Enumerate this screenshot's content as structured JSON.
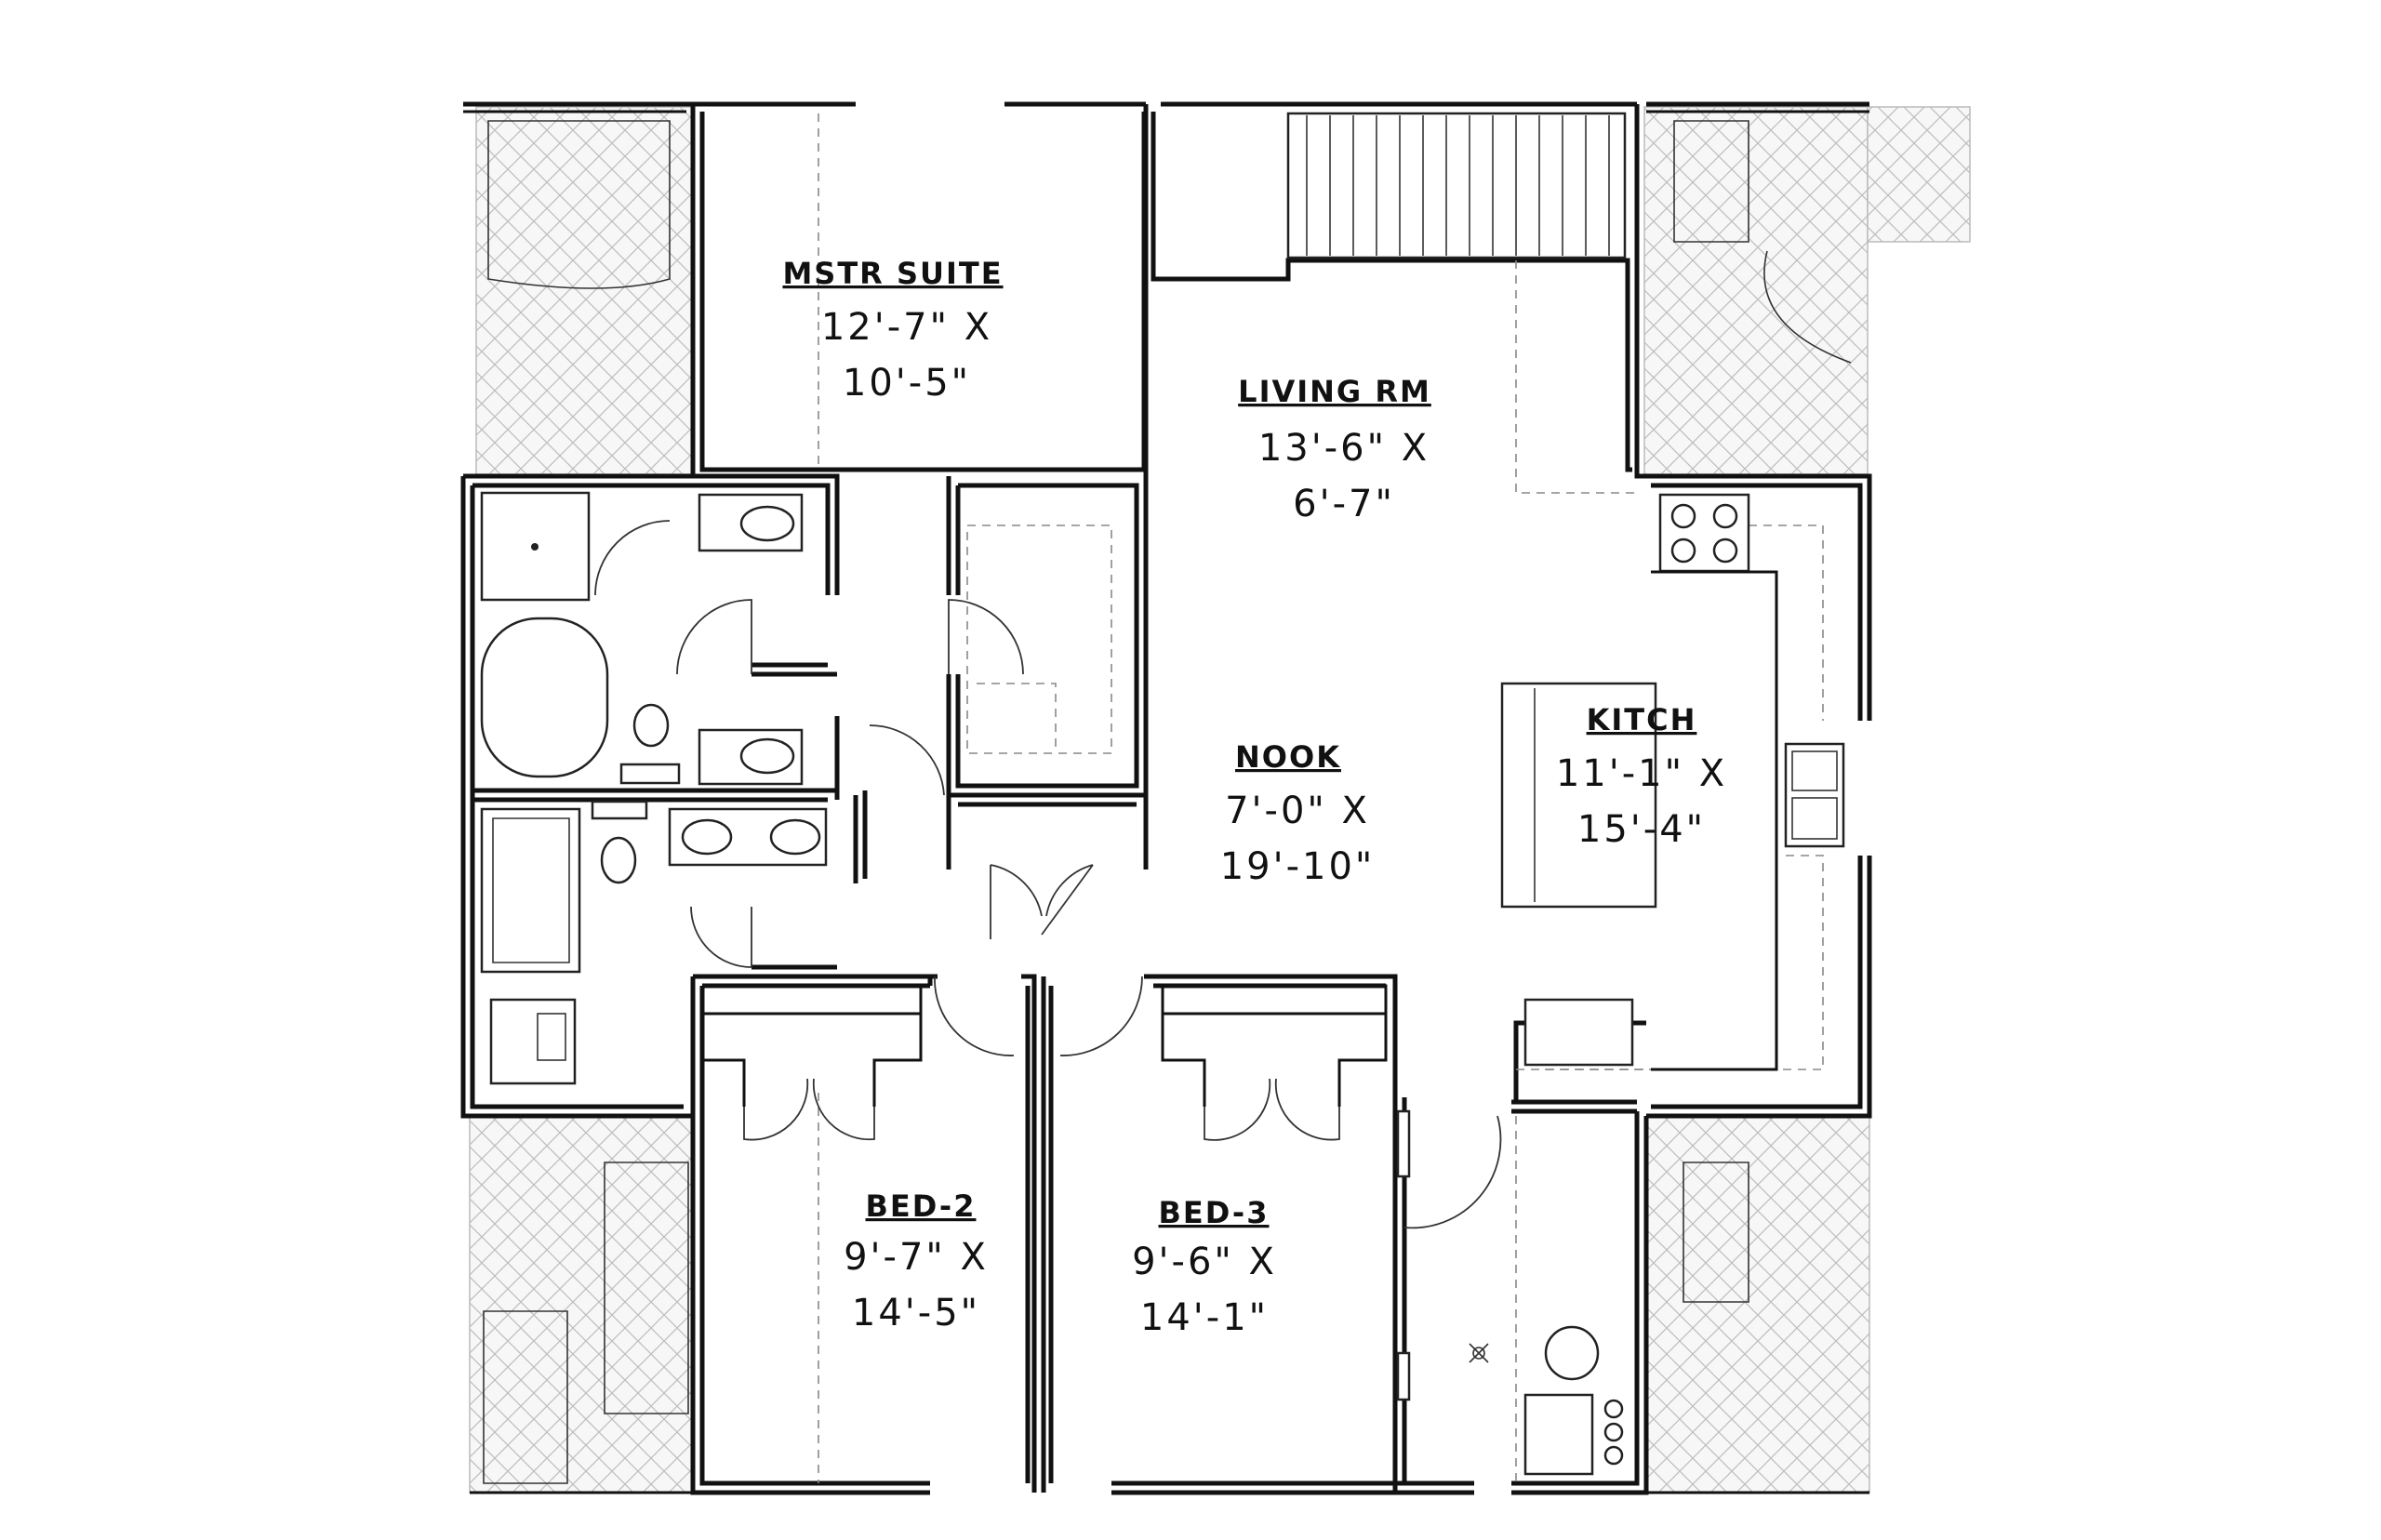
{
  "rooms": {
    "master_suite": {
      "name": "MSTR SUITE",
      "dim1": "12'-7\" X",
      "dim2": "10'-5\""
    },
    "living_room": {
      "name": "LIVING RM",
      "dim1": "13'-6\" X",
      "dim2": "6'-7\""
    },
    "nook": {
      "name": "NOOK",
      "dim1": "7'-0\" X",
      "dim2": "19'-10\""
    },
    "kitchen": {
      "name": "KITCH",
      "dim1": "11'-1\" X",
      "dim2": "15'-4\""
    },
    "bed2": {
      "name": "BED-2",
      "dim1": "9'-7\" X",
      "dim2": "14'-5\""
    },
    "bed3": {
      "name": "BED-3",
      "dim1": "9'-6\" X",
      "dim2": "14'-1\""
    }
  }
}
